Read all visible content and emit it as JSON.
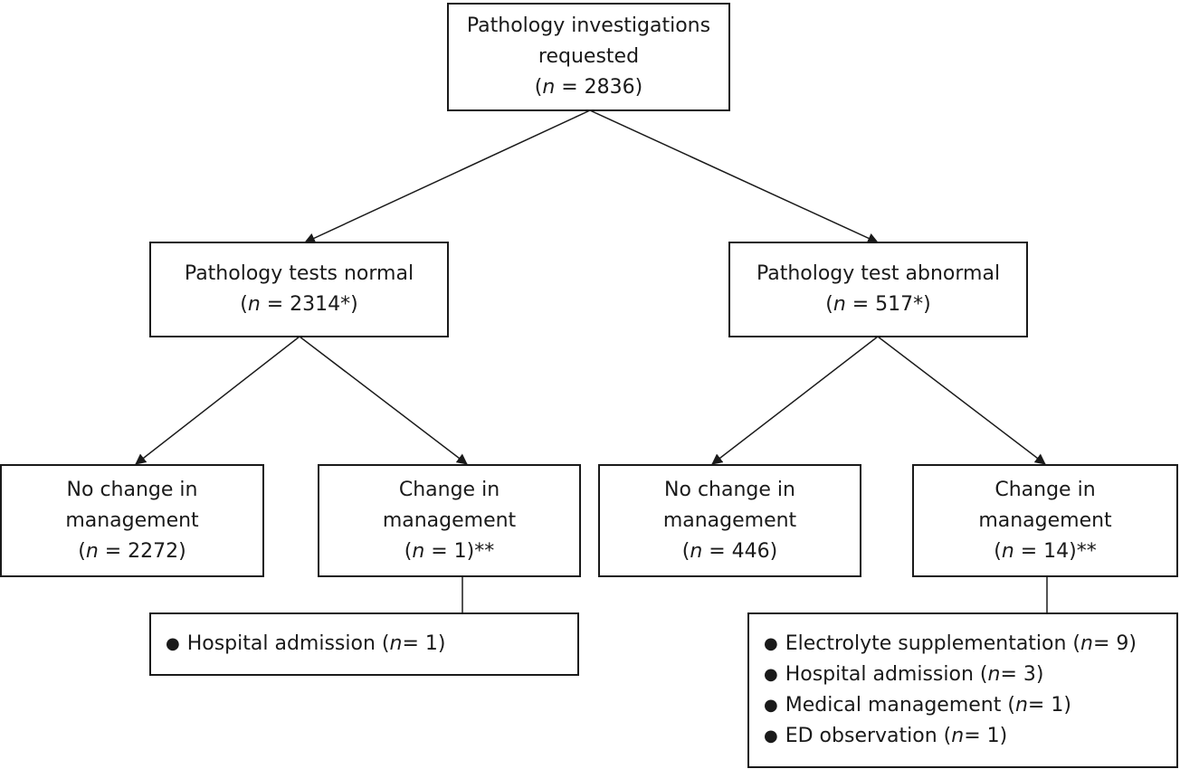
{
  "nodes": {
    "root": {
      "line1": "Pathology investigations",
      "line2": "requested",
      "n_prefix": "(",
      "n_var": "n",
      "n_suffix": " = 2836)"
    },
    "normal": {
      "line1": "Pathology tests normal",
      "n_prefix": "(",
      "n_var": "n",
      "n_suffix": " = 2314*)"
    },
    "abnormal": {
      "line1": "Pathology test abnormal",
      "n_prefix": "(",
      "n_var": "n",
      "n_suffix": " = 517*)"
    },
    "normal_no_change": {
      "line1": "No change in",
      "line2": "management",
      "n_prefix": "(",
      "n_var": "n",
      "n_suffix": " = 2272)"
    },
    "normal_change": {
      "line1": "Change in",
      "line2": "management",
      "n_prefix": "(",
      "n_var": "n",
      "n_suffix": " = 1)**"
    },
    "abnormal_no_change": {
      "line1": "No change in",
      "line2": "management",
      "n_prefix": "(",
      "n_var": "n",
      "n_suffix": " = 446)"
    },
    "abnormal_change": {
      "line1": "Change in",
      "line2": "management",
      "n_prefix": "(",
      "n_var": "n",
      "n_suffix": " = 14)**"
    }
  },
  "details": {
    "bullet": "●",
    "normal_change": [
      {
        "label": "Hospital admission (",
        "n_var": "n",
        "value": " = 1)"
      }
    ],
    "abnormal_change": [
      {
        "label": "Electrolyte supplementation (",
        "n_var": "n",
        "value": " = 9)"
      },
      {
        "label": "Hospital admission (",
        "n_var": "n",
        "value": " = 3)"
      },
      {
        "label": "Medical management (",
        "n_var": "n",
        "value": " = 1)"
      },
      {
        "label": "ED observation (",
        "n_var": "n",
        "value": " = 1)"
      }
    ]
  },
  "style": {
    "line_color": "#1a1a1a",
    "box_border": "#1a1a1a",
    "background": "#ffffff"
  }
}
